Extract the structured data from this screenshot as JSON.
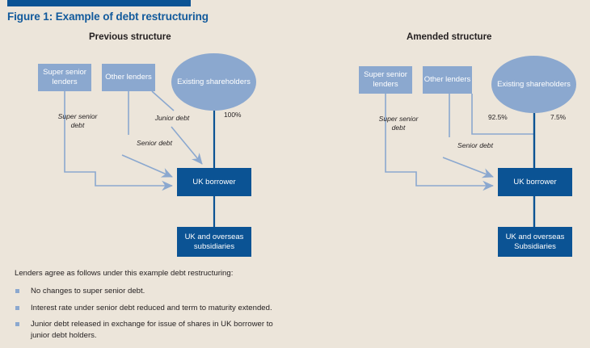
{
  "figure": {
    "title": "Figure 1: Example of debt restructuring",
    "accent_bar_color": "#0b5394",
    "background_color": "#ece5da",
    "title_color": "#125a9c",
    "light_blue": "#8ba8cf",
    "dark_blue": "#0b5394"
  },
  "panels": [
    {
      "id": "previous",
      "title": "Previous structure",
      "nodes": [
        {
          "id": "super-senior-lenders",
          "label": "Super senior\nlenders",
          "shape": "rect",
          "fill": "light"
        },
        {
          "id": "other-lenders",
          "label": "Other\nlenders",
          "shape": "rect",
          "fill": "light"
        },
        {
          "id": "existing-shareholders",
          "label": "Existing\nshareholders",
          "shape": "ellipse",
          "fill": "light"
        },
        {
          "id": "uk-borrower",
          "label": "UK borrower",
          "shape": "rect",
          "fill": "dark"
        },
        {
          "id": "subsidiaries",
          "label": "UK and overseas\nsubsidiaries",
          "shape": "rect",
          "fill": "dark"
        }
      ],
      "edge_labels": [
        {
          "id": "super-senior-debt",
          "text": "Super senior\ndebt"
        },
        {
          "id": "junior-debt",
          "text": "Junior debt"
        },
        {
          "id": "senior-debt",
          "text": "Senior debt"
        }
      ],
      "percentages": [
        {
          "id": "shareholders-pct",
          "text": "100%"
        }
      ]
    },
    {
      "id": "amended",
      "title": "Amended structure",
      "nodes": [
        {
          "id": "super-senior-lenders",
          "label": "Super senior\nlenders",
          "shape": "rect",
          "fill": "light"
        },
        {
          "id": "other-lenders",
          "label": "Other\nlenders",
          "shape": "rect",
          "fill": "light"
        },
        {
          "id": "existing-shareholders",
          "label": "Existing\nshareholders",
          "shape": "ellipse",
          "fill": "light"
        },
        {
          "id": "uk-borrower",
          "label": "UK borrower",
          "shape": "rect",
          "fill": "dark"
        },
        {
          "id": "subsidiaries",
          "label": "UK and overseas\nSubsidiaries",
          "shape": "rect",
          "fill": "dark"
        }
      ],
      "edge_labels": [
        {
          "id": "super-senior-debt",
          "text": "Super senior\ndebt"
        },
        {
          "id": "senior-debt",
          "text": "Senior debt"
        }
      ],
      "percentages": [
        {
          "id": "lenders-pct",
          "text": "92.5%"
        },
        {
          "id": "shareholders-pct",
          "text": "7.5%"
        }
      ]
    }
  ],
  "notes": {
    "intro": "Lenders agree as follows under this example debt restructuring:",
    "bullets": [
      "No changes to super senior debt.",
      "Interest rate under senior debt reduced and term to maturity extended.",
      "Junior debt released in exchange for issue of shares in UK borrower to junior debt holders."
    ]
  },
  "labels": {
    "left_super_senior_lenders": "Super senior lenders",
    "left_other_lenders": "Other lenders",
    "left_existing_shareholders": "Existing shareholders",
    "left_uk_borrower": "UK borrower",
    "left_subsidiaries": "UK and overseas subsidiaries",
    "right_super_senior_lenders": "Super senior lenders",
    "right_other_lenders": "Other lenders",
    "right_existing_shareholders": "Existing shareholders",
    "right_uk_borrower": "UK borrower",
    "right_subsidiaries": "UK and overseas Subsidiaries"
  }
}
